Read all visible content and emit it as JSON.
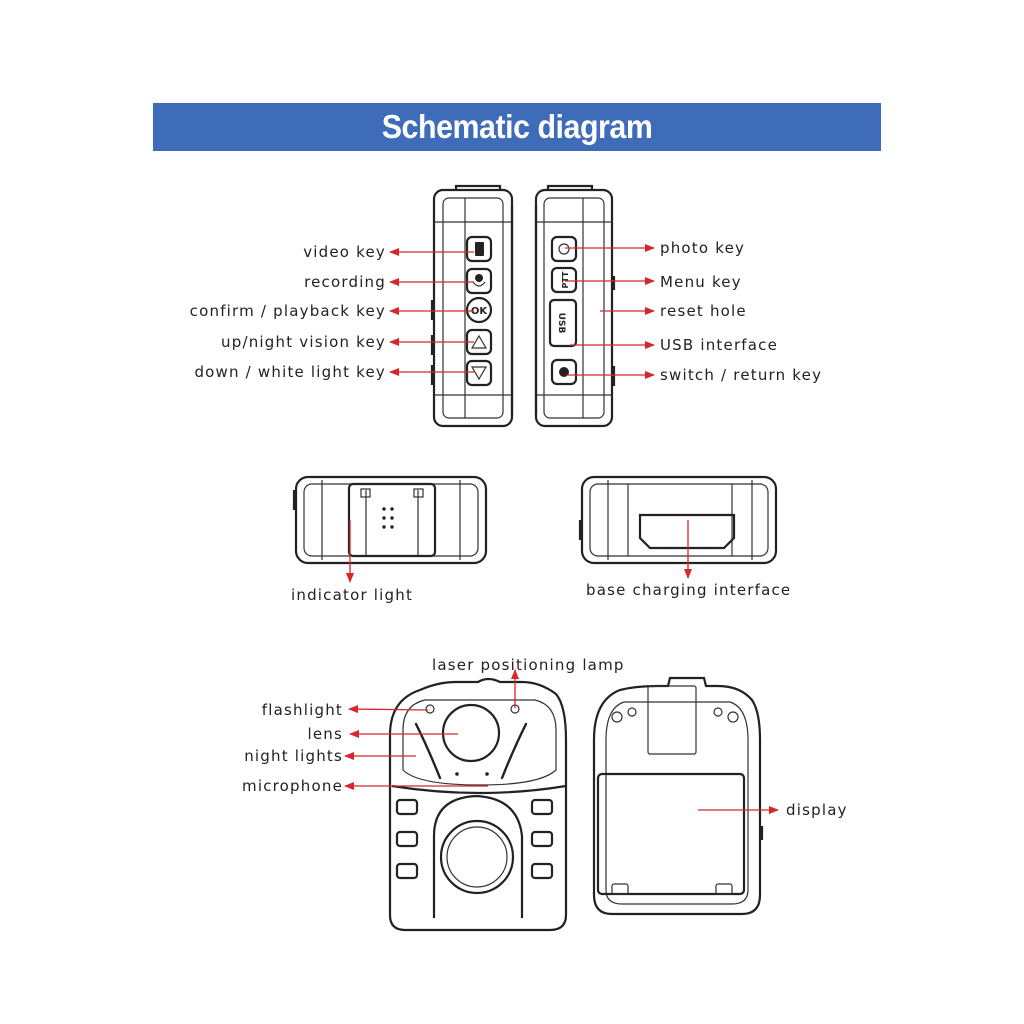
{
  "title": "Schematic diagram",
  "labels": {
    "video_key": "video key",
    "recording": "recording",
    "confirm_playback_key": "confirm / playback key",
    "up_night_vision_key": "up/night vision key",
    "down_white_light_key": "down / white light key",
    "photo_key": "photo key",
    "menu_key": "Menu key",
    "reset_hole": "reset hole",
    "usb_interface": "USB interface",
    "switch_return_key": "switch / return key",
    "indicator_light": "indicator light",
    "base_charging_interface": "base charging interface",
    "laser_positioning_lamp": "laser positioning lamp",
    "flashlight": "flashlight",
    "lens": "lens",
    "night_lights": "night lights",
    "microphone": "microphone",
    "display": "display"
  },
  "button_glyphs": {
    "ok": "OK",
    "ptt": "PTT",
    "usb": "USB"
  },
  "colors": {
    "banner": "#3e6cb8",
    "arrow": "#d8262b",
    "outline": "#222222"
  }
}
